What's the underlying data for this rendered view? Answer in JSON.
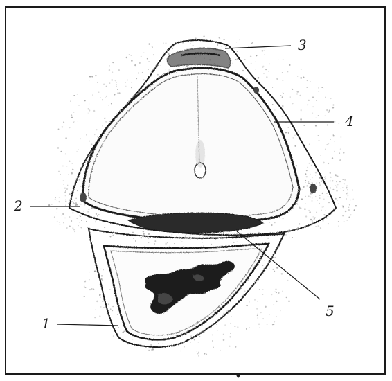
{
  "figure": {
    "labels": [
      "1",
      "2",
      "3",
      "4",
      "5"
    ]
  },
  "colors": {
    "ink": "#1a1a1a",
    "stipple": "#8a8a8a",
    "paper": "#ffffff",
    "dark_fill": "#2a2a2a"
  }
}
